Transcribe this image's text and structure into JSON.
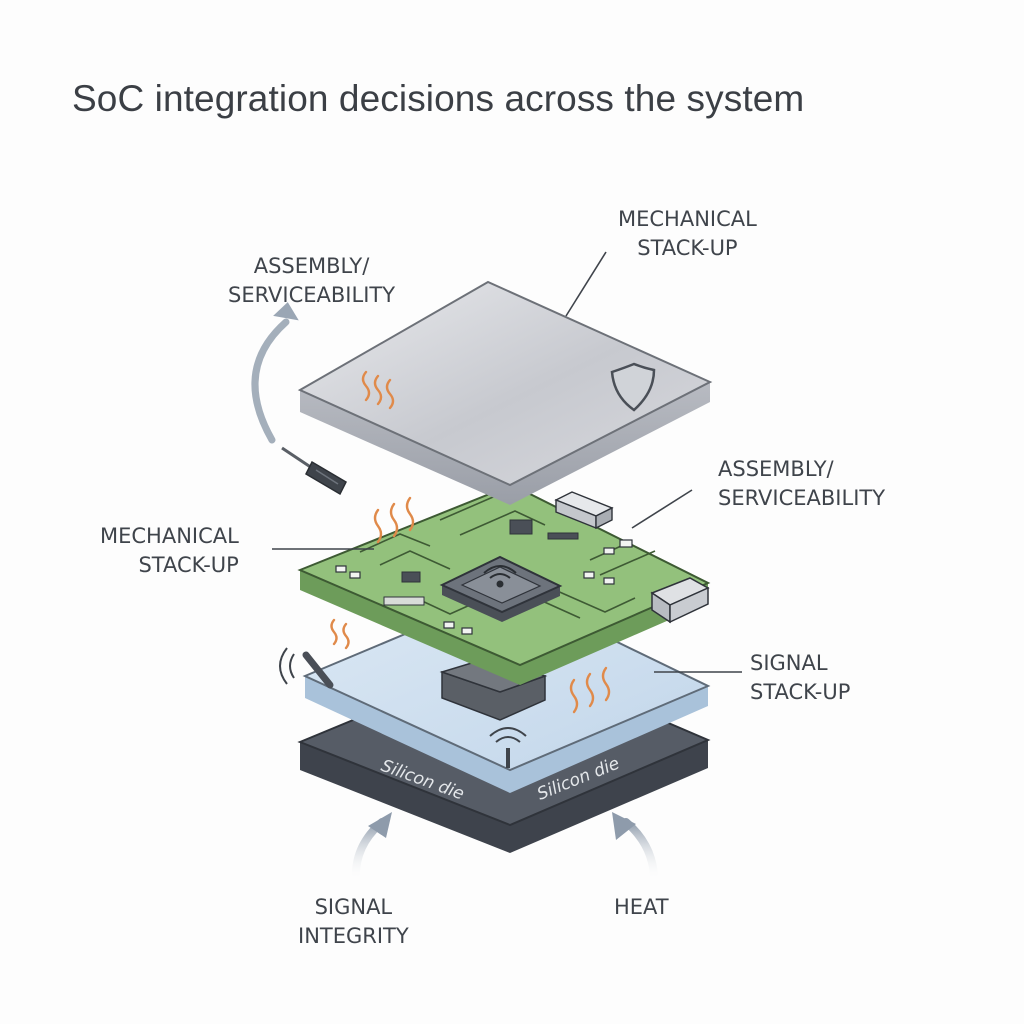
{
  "title": "SoC integration decisions across the system",
  "labels": {
    "assembly_top": [
      "ASSEMBLY/",
      "SERVICEABILITY"
    ],
    "mechanical_top": [
      "MECHANICAL",
      "STACK-UP"
    ],
    "assembly_right": [
      "ASSEMBLY/",
      "SERVICEABILITY"
    ],
    "mechanical_left": [
      "MECHANICAL",
      "STACK-UP"
    ],
    "signal_right": [
      "SIGNAL",
      "STACK-UP"
    ],
    "signal_integrity": [
      "SIGNAL",
      "INTEGRITY"
    ],
    "heat": "HEAT"
  },
  "die_text": [
    "Silicon die",
    "Silicon die"
  ],
  "icons": [
    "shield-icon",
    "screwdriver-icon",
    "wireless-icon",
    "heat-wave-icon",
    "curved-arrow-icon"
  ],
  "colors": {
    "lid": "#c9cbd1",
    "pcb": "#8fbf78",
    "thermal_layer": "#cfe0f0",
    "base": "#4f5560",
    "heat": "#e08a4a",
    "arrow": "#9aa6b4"
  }
}
